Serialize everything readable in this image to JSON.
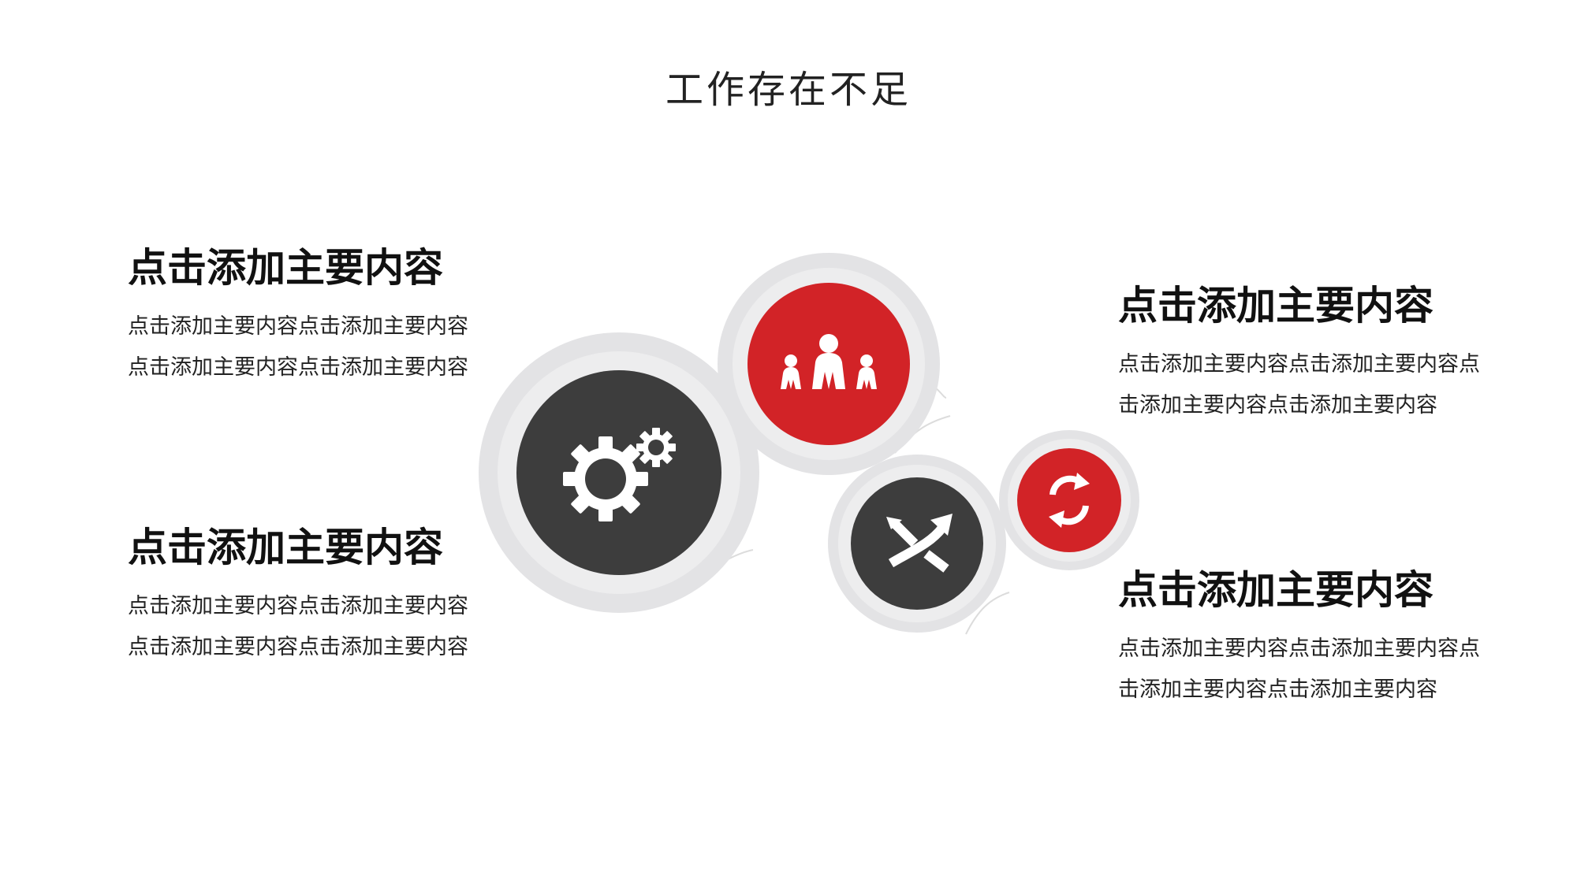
{
  "title": "工作存在不足",
  "colors": {
    "accent_red": "#d22327",
    "dark_gray": "#3d3d3d",
    "ring_gray": "#e2e2e4"
  },
  "items": [
    {
      "heading": "点击添加主要内容",
      "body": "点击添加主要内容点击添加主要内容点击添加主要内容点击添加主要内容"
    },
    {
      "heading": "点击添加主要内容",
      "body": "点击添加主要内容点击添加主要内容点击添加主要内容点击添加主要内容"
    },
    {
      "heading": "点击添加主要内容",
      "body": "点击添加主要内容点击添加主要内容点击添加主要内容点击添加主要内容"
    },
    {
      "heading": "点击添加主要内容",
      "body": "点击添加主要内容点击添加主要内容点击添加主要内容点击添加主要内容"
    }
  ],
  "icons": [
    "gears-icon",
    "family-icon",
    "crossing-arrows-icon",
    "refresh-icon"
  ]
}
